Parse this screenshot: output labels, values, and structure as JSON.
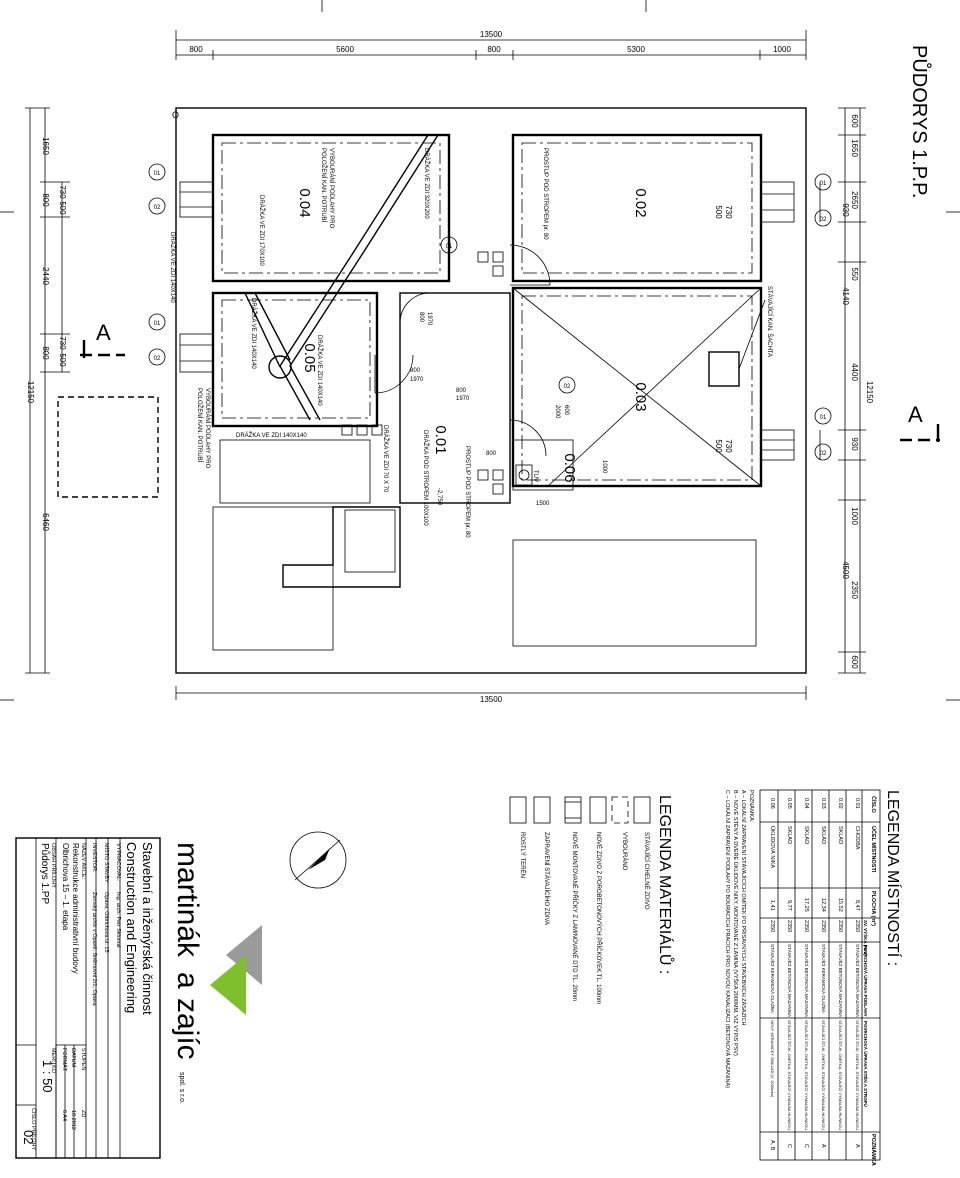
{
  "title": "PŮDORYS 1.P.P.",
  "section_mark": "A",
  "dimensions": {
    "overall": "13500",
    "top_chain": [
      "800",
      "5600",
      "800",
      "5300",
      "1000"
    ],
    "left_total": "12150",
    "left_chain": [
      "1650",
      "800",
      "2440",
      "800",
      "6460"
    ],
    "left_window_sub": [
      "730",
      "500",
      "730",
      "500"
    ],
    "right_total": "12150",
    "right_chain": [
      "600",
      "1650",
      "2650",
      "930",
      "550",
      "4140",
      "4400",
      "930",
      "1000",
      "4500",
      "2350",
      "600"
    ],
    "right_window_sub": [
      "730",
      "500",
      "730",
      "500"
    ]
  },
  "rooms": [
    {
      "num": "0.01"
    },
    {
      "num": "0.02"
    },
    {
      "num": "0.03"
    },
    {
      "num": "0.04"
    },
    {
      "num": "0.05"
    },
    {
      "num": "0.06"
    }
  ],
  "plan_labels": {
    "vybourani_1": "VYBOURÁNÍ PODLAHY PRO",
    "vybourani_2": "POLOŽENÍ KAN. POTRUBÍ",
    "drazka_320": "DRÁŽKA VE ZDI 320X200",
    "drazka_170": "DRÁŽKA VE ZDI 170X100",
    "drazka_140_a": "DRÁŽKA VE ZDI 140X140",
    "drazka_140_b": "DRÁŽKA VE ZDI 140X140",
    "drazka_140_c": "DRÁŽKA VE ZDI 140X140",
    "drazka_140_d": "DRÁŽKA VE ZDI 140X140",
    "drazka_70": "DRÁŽKA VE ZDI 70 X 70",
    "drazka_100": "DRÁŽKA POD STROPEM 100X100",
    "prostup_1": "PROSTUP POD STROPEM pr. 80",
    "prostup_2": "PROSTUP POD STROPEM pr. 80",
    "sachta": "STÁVAJÍCÍ KAN. ŠACHTA",
    "tuv": "TUV",
    "level": "-2,750",
    "door_800_1970_a": "800",
    "door_1970_a": "1970",
    "door_800_1970_b": "800",
    "door_1970_b": "1970",
    "door_800": "800",
    "door_1970_c": "1970",
    "door_600": "600",
    "door_2000": "2000",
    "dim_1000": "1000",
    "dim_1500": "1500",
    "dim_800_small": "800",
    "north_o": "O"
  },
  "window_tags": [
    "01",
    "02",
    "01",
    "02",
    "01",
    "02",
    "01",
    "02",
    "01",
    "02"
  ],
  "legend_rooms": {
    "title": "LEGENDA MÍSTNOSTÍ :",
    "headers": [
      "ČÍSLO",
      "ÚČEL MÍSTNOSTI",
      "PLOCHA (m²)",
      "SV. VÝŠKA (mm)",
      "POVRCHOVÁ ÚPRAVA PODLAHY",
      "POVRCHOVÁ ÚPRAVA STĚN A STROPŮ",
      "POZNÁMKA"
    ],
    "rows": [
      [
        "0.01",
        "CHODBA",
        "8,47",
        "2350",
        "STÁVAJÍCÍ BETONOVÁ MAZANINA",
        "STÁVAJÍCÍ ŠTUK, OMÍTKA, STÁVAJÍCÍ VYMALBA HLINKOU",
        "A"
      ],
      [
        "0.02",
        "SKLAD",
        "15,52",
        "2350",
        "STÁVAJÍCÍ BETONOVÁ MAZANINA",
        "STÁVAJÍCÍ ŠTUK, OMÍTKA, STÁVAJÍCÍ VYMALBA HLINKOU",
        ""
      ],
      [
        "0.03",
        "SKLAD",
        "12,34",
        "2350",
        "STÁVAJÍCÍ KERAMICKÁ DLAŽBA",
        "STÁVAJÍCÍ ŠTUK, OMÍTKA, STÁVAJÍCÍ VYMALBA HLINKOU",
        "A"
      ],
      [
        "0.04",
        "SKLAD",
        "17,25",
        "2350",
        "STÁVAJÍCÍ BETONOVÁ MAZANINA",
        "STÁVAJÍCÍ ŠTUK, OMÍTKA, STÁVAJÍCÍ VYMALBA HLINKOU",
        "C"
      ],
      [
        "0.05",
        "SKLAD",
        "9,77",
        "2350",
        "STÁVAJÍCÍ BETONOVÁ MAZANINA",
        "STÁVAJÍCÍ ŠTUK, OMÍTKA, STÁVAJÍCÍ VYMALBA HLINKOU",
        "C"
      ],
      [
        "0.06",
        "ÚKLIDOVÁ NIKA",
        "1,41",
        "2350",
        "STÁVAJÍCÍ KERAMICKÁ DLAŽBA",
        "NOVÝ KERAMICKÝ OBKLAD (V. 2000mm)",
        "A, B"
      ]
    ],
    "notes": [
      "POZNÁMKA:",
      "A – LOKÁLNÍ ZAPRAVENÍ STÁVAJÍCÍCH OMÍTEK PO PŘÍSAVNÝCH STAVEBNÍCH ZÁSAZÍCH",
      "B – NOVÉ STĚNY A DVEŘE ÚKLIDOVÉ NIKY, MONTOVANÉ Z LAMINA (VÝŠKA 2000MM, VIZ VÝPIS PSV)",
      "C – LOKÁLNÍ ZAPRAVENÍ PODLAHY PO BOURACÍCH PRACÍCH PRO NOVOU KANALIZACI (BETONOVÁ MAZANINA)"
    ]
  },
  "legend_materials": {
    "title": "LEGENDA MATERIÁLŮ :",
    "items": [
      "STÁVAJÍCÍ CIHELNÉ ZDIVO",
      "VYBOURÁNO",
      "NOVÉ ZDIVO Z POROBETONOVÝCH PŘÍČKOVEK TL. 100mm",
      "NOVÉ MONTOVANÉ PŘÍČKY Z LAMINOVANÉ DTD TL. 20mm",
      "ZAPRAVENÍ STÁVAJÍCÍHO ZDIVA",
      "ROSTLÝ TERÉN"
    ]
  },
  "title_block": {
    "company_a": "martinák",
    "company_amp": "a",
    "company_b": "zajíc",
    "company_suffix": "spol. s r.o.",
    "tagline_1": "Stavební a inženýrská činnost",
    "tagline_2": "Construction and Engineering",
    "vypracoval_label": "VYPRACOVAL:",
    "vypracoval": "Ing. arch. Petr Sklumal",
    "misto_label": "MÍSTO STAVBY:",
    "misto": "Opava, Olbrichova ul. 15",
    "investor_label": "INVESTOR:",
    "investor": "Zemský archiv v Opavě, Sněmovní 2/1, Opava",
    "akce_label": "NÁZEV AKCE:",
    "akce_1": "Rekonstrukce administrativní budovy",
    "akce_2": "Olbrichova 15 – 1. etapa",
    "stupen_label": "STUPEŇ",
    "stupen": "ZD",
    "datum_label": "DATUM",
    "datum": "10.2012",
    "format_label": "FORMÁT",
    "format": "6 A4",
    "obsah_label": "OBSAH PŘÍLOHY",
    "obsah": "Půdorys 1.PP",
    "meritko_label": "MĚŘÍTKO",
    "meritko": "1 : 50",
    "cislo_label": "ČÍSLO PŘÍLOHY",
    "cislo": "02"
  },
  "colors": {
    "accent_green": "#7fbf2e",
    "logo_grey": "#9a9a9a",
    "ink": "#000000"
  }
}
